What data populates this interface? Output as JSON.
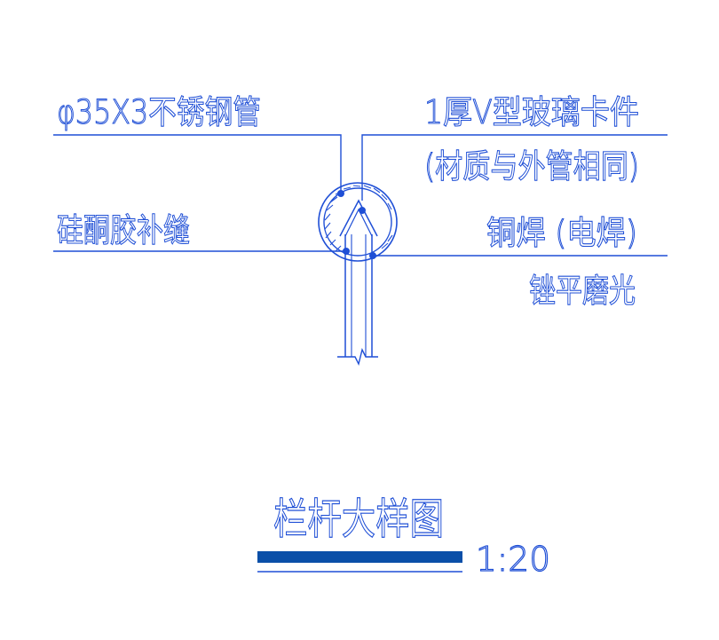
{
  "colors": {
    "line": "#1f4fd6",
    "title_bar": "#0a4fa8",
    "background": "#ffffff"
  },
  "labels": {
    "pipe_spec": "φ35X3不锈钢管",
    "clip_spec": "1厚V型玻璃卡件",
    "clip_material": "(材质与外管相同)",
    "sealant": "硅酮胶补缝",
    "weld": "铜焊 (电焊)",
    "grind": "锉平磨光"
  },
  "title": {
    "name": "栏杆大样图",
    "scale": "1:20"
  }
}
